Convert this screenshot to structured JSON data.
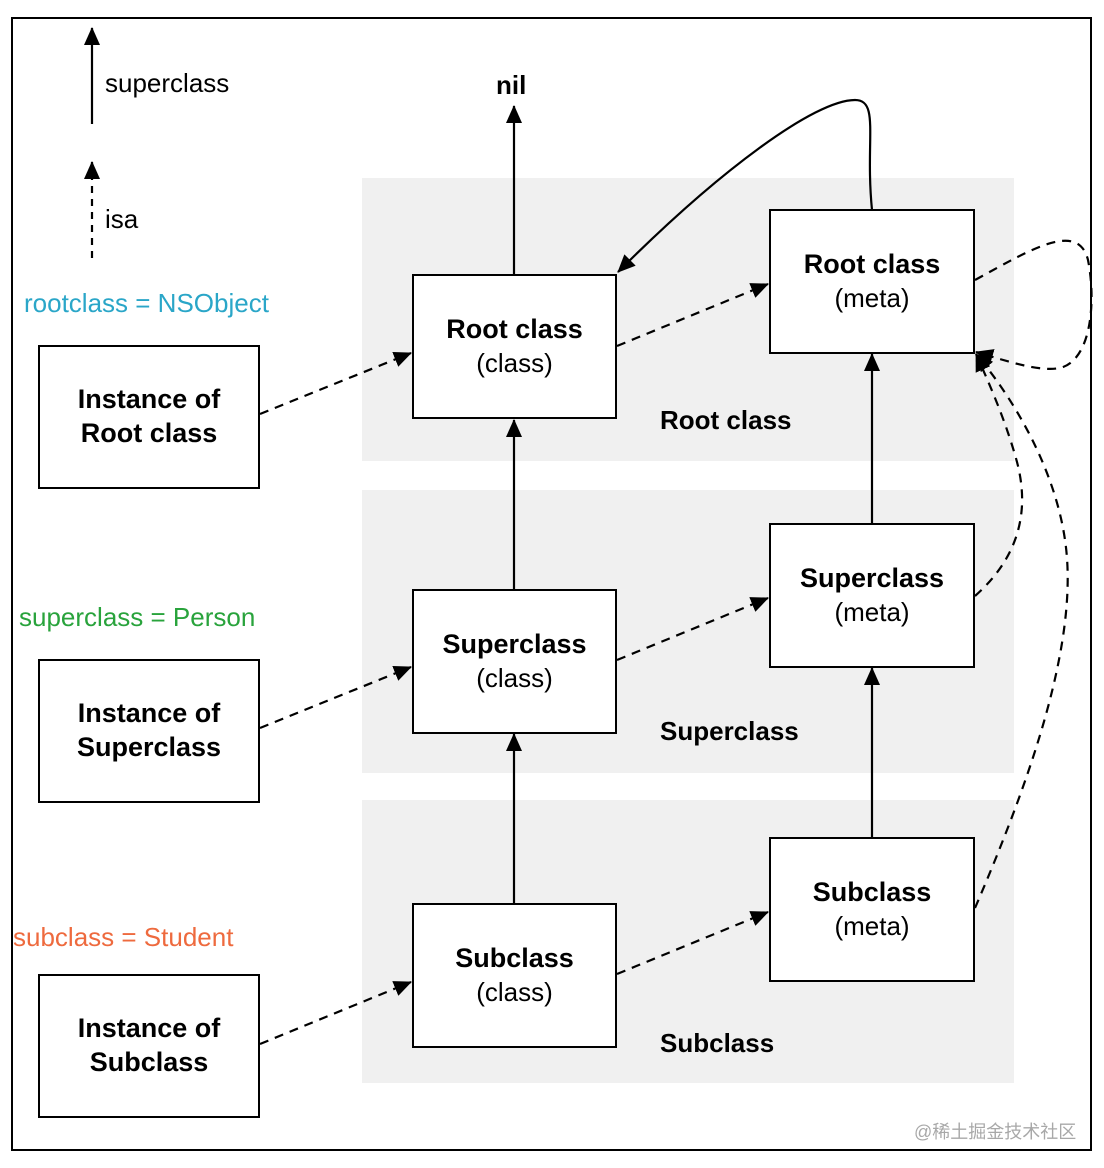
{
  "legend": {
    "superclass_label": "superclass",
    "isa_label": "isa"
  },
  "config": {
    "rootclass": "rootclass = NSObject",
    "superclass": "superclass = Person",
    "subclass": "subclass = Student",
    "colors": {
      "rootclass": "#2aa6c8",
      "superclass": "#29a33c",
      "subclass": "#ee6a3e"
    }
  },
  "nil_label": "nil",
  "bands": {
    "root": "Root class",
    "super": "Superclass",
    "sub": "Subclass"
  },
  "instances": {
    "root": {
      "line1": "Instance of",
      "line2": "Root class"
    },
    "super": {
      "line1": "Instance of",
      "line2": "Superclass"
    },
    "sub": {
      "line1": "Instance of",
      "line2": "Subclass"
    }
  },
  "classes": {
    "root": {
      "title": "Root class",
      "kind": "(class)"
    },
    "super": {
      "title": "Superclass",
      "kind": "(class)"
    },
    "sub": {
      "title": "Subclass",
      "kind": "(class)"
    }
  },
  "metas": {
    "root": {
      "title": "Root class",
      "kind": "(meta)"
    },
    "super": {
      "title": "Superclass",
      "kind": "(meta)"
    },
    "sub": {
      "title": "Subclass",
      "kind": "(meta)"
    }
  },
  "watermark": "@稀土掘金技术社区"
}
